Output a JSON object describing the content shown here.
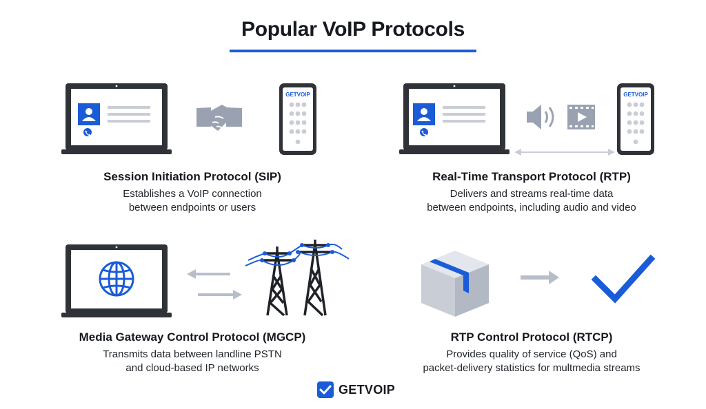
{
  "title": "Popular VoIP Protocols",
  "colors": {
    "accent": "#1a5bd8",
    "device": "#2f3338",
    "icon_gray": "#9aa2b1",
    "light_gray": "#c9cdd5"
  },
  "protocols": [
    {
      "heading": "Session Initiation Protocol (SIP)",
      "description": [
        "Establishes a VoIP connection",
        "between endpoints or users"
      ],
      "icons": [
        "laptop-contact-icon",
        "handshake-icon",
        "phone-icon"
      ]
    },
    {
      "heading": "Real-Time Transport Protocol (RTP)",
      "description": [
        "Delivers and streams real-time data",
        "between endpoints, including audio and video"
      ],
      "icons": [
        "laptop-contact-icon",
        "speaker-icon",
        "video-film-icon",
        "double-arrow-icon",
        "phone-icon"
      ]
    },
    {
      "heading": "Media Gateway Control Protocol (MGCP)",
      "description": [
        "Transmits data between landline PSTN",
        "and cloud-based IP networks"
      ],
      "icons": [
        "laptop-globe-icon",
        "arrow-left-icon",
        "arrow-right-icon",
        "power-tower-icon"
      ]
    },
    {
      "heading": "RTP Control Protocol (RTCP)",
      "description": [
        "Provides quality of service (QoS) and",
        "packet-delivery statistics for multmedia streams"
      ],
      "icons": [
        "package-box-icon",
        "arrow-right-icon",
        "checkmark-icon"
      ]
    }
  ],
  "phone_brand": "GETVOIP",
  "footer_brand": "GETVOIP"
}
